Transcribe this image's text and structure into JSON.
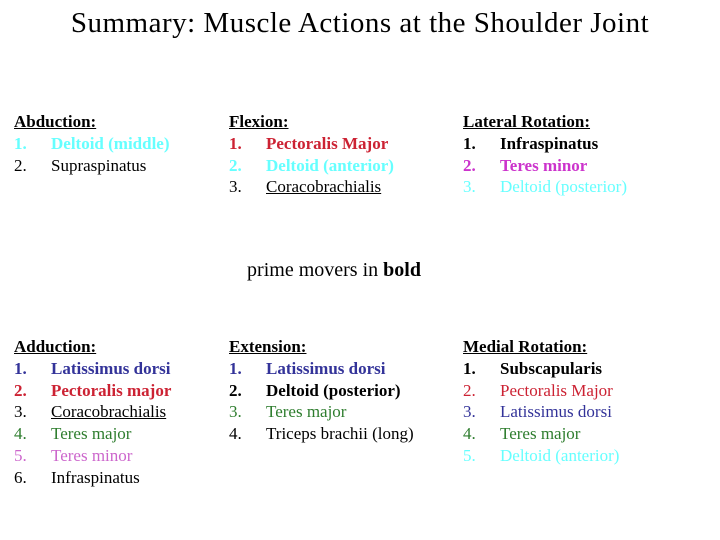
{
  "title": "Summary: Muscle Actions at the Shoulder Joint",
  "note": {
    "prefix": "prime movers in ",
    "bold_word": "bold"
  },
  "colors": {
    "background": "#FFFFFF",
    "text": "#000000",
    "cyan": "#66FFFF",
    "crimson": "#CC2233",
    "navy": "#333399",
    "green": "#2E7D2E",
    "orchid_bold": "#CC33CC",
    "orchid": "#CC66CC"
  },
  "sections": [
    {
      "id": "abduction",
      "heading": "Abduction:",
      "items": [
        {
          "num": "1.",
          "text": "Deltoid (middle)",
          "color": "#66FFFF",
          "bold": true,
          "underline": false
        },
        {
          "num": "2.",
          "text": "Supraspinatus",
          "color": "#000000",
          "bold": false,
          "underline": false
        }
      ]
    },
    {
      "id": "flexion",
      "heading": "Flexion:",
      "items": [
        {
          "num": "1.",
          "text": "Pectoralis Major",
          "color": "#CC2233",
          "bold": true,
          "underline": false
        },
        {
          "num": "2.",
          "text": "Deltoid (anterior)",
          "color": "#66FFFF",
          "bold": true,
          "underline": false
        },
        {
          "num": "3.",
          "text": "Coracobrachialis",
          "color": "#000000",
          "bold": false,
          "underline": true
        }
      ]
    },
    {
      "id": "lateral-rotation",
      "heading": "Lateral Rotation:",
      "items": [
        {
          "num": "1.",
          "text": "Infraspinatus",
          "color": "#000000",
          "bold": true,
          "underline": false
        },
        {
          "num": "2.",
          "text": "Teres minor",
          "color": "#CC33CC",
          "bold": true,
          "underline": false
        },
        {
          "num": "3.",
          "text": "Deltoid (posterior)",
          "color": "#66FFFF",
          "bold": false,
          "underline": false
        }
      ]
    },
    {
      "id": "adduction",
      "heading": "Adduction:",
      "items": [
        {
          "num": "1.",
          "text": "Latissimus dorsi",
          "color": "#333399",
          "bold": true,
          "underline": false
        },
        {
          "num": "2.",
          "text": "Pectoralis major",
          "color": "#CC2233",
          "bold": true,
          "underline": false
        },
        {
          "num": "3.",
          "text": "Coracobrachialis",
          "color": "#000000",
          "bold": false,
          "underline": true
        },
        {
          "num": "4.",
          "text": "Teres major",
          "color": "#2E7D2E",
          "bold": false,
          "underline": false
        },
        {
          "num": "5.",
          "text": "Teres minor",
          "color": "#CC66CC",
          "bold": false,
          "underline": false
        },
        {
          "num": "6.",
          "text": "Infraspinatus",
          "color": "#000000",
          "bold": false,
          "underline": false
        }
      ]
    },
    {
      "id": "extension",
      "heading": "Extension:",
      "items": [
        {
          "num": "1.",
          "text": "Latissimus dorsi",
          "color": "#333399",
          "bold": true,
          "underline": false
        },
        {
          "num": "2.",
          "text": "Deltoid (posterior)",
          "color": "#000000",
          "bold": true,
          "underline": false
        },
        {
          "num": "3.",
          "text": "Teres major",
          "color": "#2E7D2E",
          "bold": false,
          "underline": false
        },
        {
          "num": "4.",
          "text": "Triceps brachii (long)",
          "color": "#000000",
          "bold": false,
          "underline": false
        }
      ]
    },
    {
      "id": "medial-rotation",
      "heading": "Medial Rotation:",
      "items": [
        {
          "num": "1.",
          "text": "Subscapularis",
          "color": "#000000",
          "bold": true,
          "underline": false
        },
        {
          "num": "2.",
          "text": "Pectoralis Major",
          "color": "#CC2233",
          "bold": false,
          "underline": false
        },
        {
          "num": "3.",
          "text": "Latissimus dorsi",
          "color": "#333399",
          "bold": false,
          "underline": false
        },
        {
          "num": "4.",
          "text": "Teres major",
          "color": "#2E7D2E",
          "bold": false,
          "underline": false
        },
        {
          "num": "5.",
          "text": "Deltoid (anterior)",
          "color": "#66FFFF",
          "bold": false,
          "underline": false
        }
      ]
    }
  ]
}
